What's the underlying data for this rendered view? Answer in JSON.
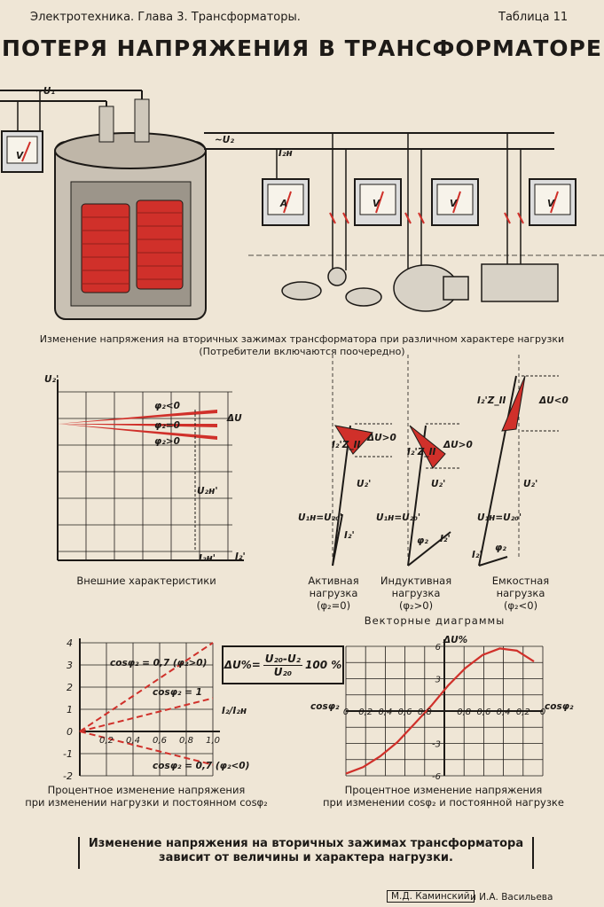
{
  "header": {
    "left": "Электротехника. Глава 3. Трансформаторы.",
    "right": "Таблица 11",
    "title": "ПОТЕРЯ НАПРЯЖЕНИЯ В ТРАНСФОРМАТОРЕ"
  },
  "schematic": {
    "u1": "~U₁",
    "u2": "~U₂",
    "i2n": "I₂н",
    "meter_v": "V",
    "meter_a": "A",
    "caption_line1": "Изменение напряжения на вторичных зажимах трансформатора при различном характере нагрузки",
    "caption_line2": "(Потребители включаются поочередно)"
  },
  "ext_chart": {
    "ylabel": "U₂'",
    "xlabel": "I₂'",
    "curve_labels": [
      "φ₂<0",
      "φ₂=0",
      "φ₂>0"
    ],
    "du_label": "ΔU",
    "u2n": "U₂н'",
    "i2n": "I₂н'",
    "caption": "Внешние характеристики"
  },
  "vectors": {
    "caption": "Векторные диаграммы",
    "active": {
      "line1": "Активная",
      "line2": "нагрузка",
      "line3": "(φ₂=0)",
      "du": "ΔU>0",
      "iz": "I₂'Z_II",
      "u2": "U₂'",
      "u1": "U₁н=U₂₀'",
      "i2": "I₂'"
    },
    "inductive": {
      "line1": "Индуктивная",
      "line2": "нагрузка",
      "line3": "(φ₂>0)",
      "du": "ΔU>0",
      "iz": "I₂'Z_II",
      "u2": "U₂'",
      "u1": "U₁н=U₂₀'",
      "i2": "I₂'",
      "phi": "φ₂"
    },
    "capacitive": {
      "line1": "Емкостная",
      "line2": "нагрузка",
      "line3": "(φ₂<0)",
      "du": "ΔU<0",
      "iz": "I₂'Z_II",
      "u2": "U₂'",
      "u1": "U₁н=U₂₀'",
      "i2": "I₂'",
      "phi": "φ₂"
    }
  },
  "formula": {
    "lhs": "ΔU%=",
    "num": "U₂₀-U₂",
    "den": "U₂₀",
    "rhs": "100 %"
  },
  "chart_data": [
    {
      "type": "line",
      "title": "",
      "xlabel": "I₂/I₂н",
      "ylabel": "",
      "x": [
        0,
        0.2,
        0.4,
        0.6,
        0.8,
        1.0
      ],
      "xlim": [
        0,
        1.0
      ],
      "ylim": [
        -2,
        4
      ],
      "yticks": [
        "4",
        "3",
        "2",
        "1",
        "0",
        "-1",
        "-2"
      ],
      "xticks": [
        "0,2",
        "0,4",
        "0,6",
        "0,8",
        "1,0"
      ],
      "series": [
        {
          "name": "cosφ₂ = 0,7 (φ₂>0)",
          "values": [
            0,
            0.8,
            1.6,
            2.4,
            3.2,
            4.0
          ]
        },
        {
          "name": "cosφ₂ = 1",
          "values": [
            0,
            0.3,
            0.6,
            0.9,
            1.2,
            1.5
          ]
        },
        {
          "name": "cosφ₂ = 0,7 (φ₂<0)",
          "values": [
            0,
            -0.3,
            -0.6,
            -0.9,
            -1.2,
            -1.5
          ]
        }
      ],
      "caption_line1": "Процентное изменение напряжения",
      "caption_line2": "при изменении нагрузки и постоянном cosφ₂"
    },
    {
      "type": "line",
      "title": "",
      "xlabel": "cosφ₂",
      "ylabel": "ΔU%",
      "xticks": [
        "0",
        "0,2",
        "0,4",
        "0,6",
        "0,8",
        "",
        "0,8",
        "0,6",
        "0,4",
        "0,2",
        "0"
      ],
      "yticks": [
        "6",
        "3",
        "-3",
        "-6"
      ],
      "ylim": [
        -6,
        6
      ],
      "series": [
        {
          "name": "",
          "values": [
            -5.8,
            -5.2,
            -4.2,
            -2.9,
            -1.2,
            0.5,
            2.4,
            4.0,
            5.2,
            5.8,
            5.6,
            4.6
          ]
        }
      ],
      "caption_line1": "Процентное изменение напряжения",
      "caption_line2": "при изменении cosφ₂ и постоянной нагрузке"
    }
  ],
  "footer": {
    "conclusion_line1": "Изменение напряжения на вторичных зажимах трансформатора",
    "conclusion_line2": "зависит от величины и характера нагрузки.",
    "author1": "М.Д. Каминский",
    "author2": "и И.А. Васильева"
  },
  "colors": {
    "red": "#d0302a",
    "ink": "#1d1a17",
    "paper": "#efe6d6"
  }
}
